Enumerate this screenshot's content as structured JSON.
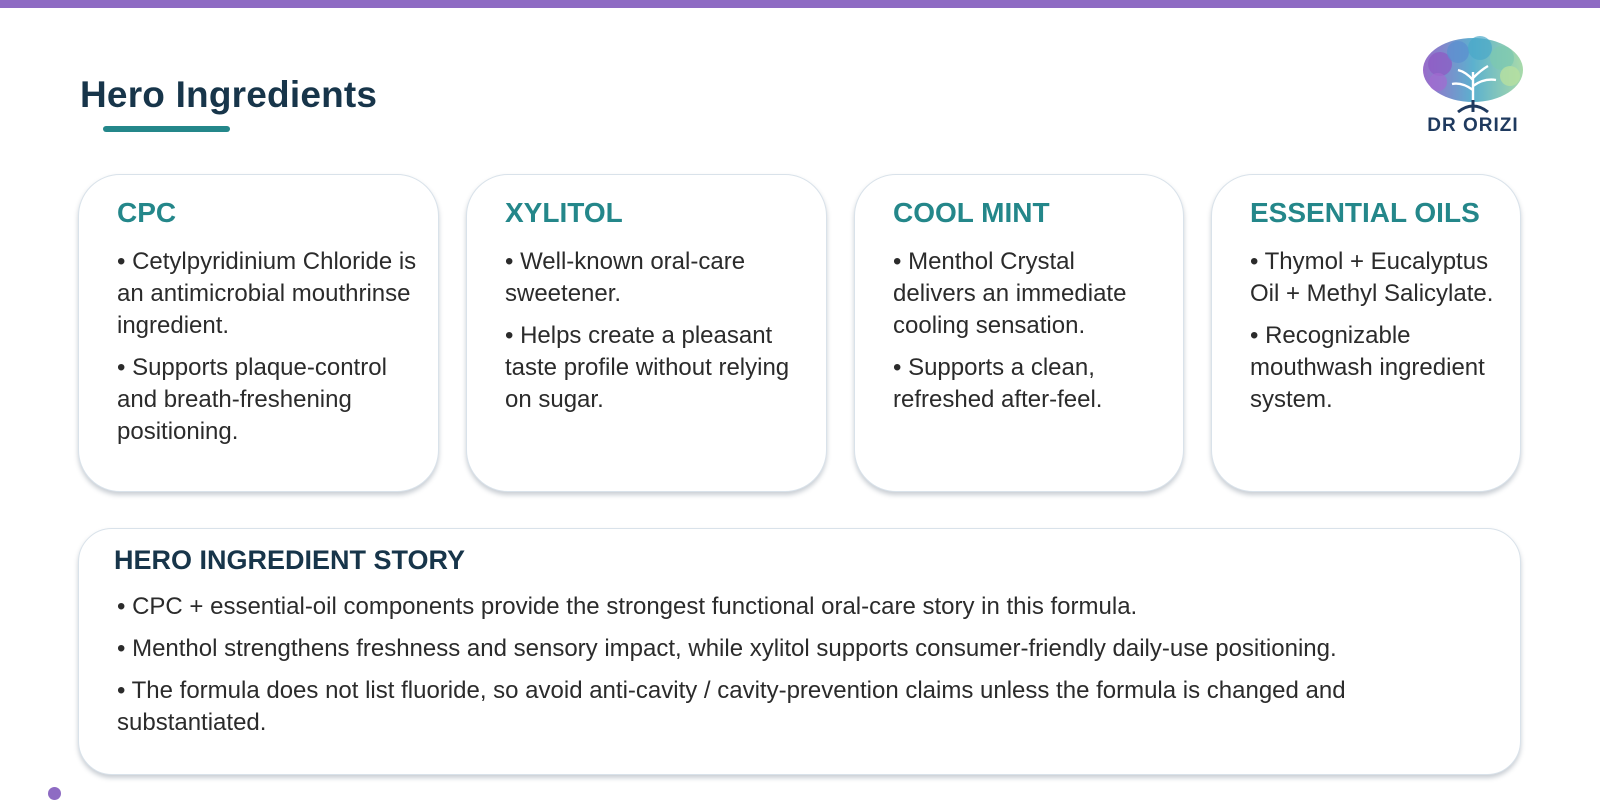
{
  "title": "Hero Ingredients",
  "logo": {
    "brand": "DR ORIZI"
  },
  "cards": [
    {
      "title": "CPC",
      "bullets": [
        "• Cetylpyridinium Chloride is an antimicrobial mouthrinse ingredient.",
        "• Supports plaque-control and breath-freshening positioning."
      ]
    },
    {
      "title": "XYLITOL",
      "bullets": [
        "• Well-known oral-care sweetener.",
        "• Helps create a pleasant taste profile without relying on sugar."
      ]
    },
    {
      "title": "COOL MINT",
      "bullets": [
        "• Menthol Crystal delivers an immediate cooling sensation.",
        "• Supports a clean, refreshed after-feel."
      ]
    },
    {
      "title": "ESSENTIAL OILS",
      "bullets": [
        "• Thymol + Eucalyptus Oil + Methyl Salicylate.",
        "• Recognizable mouthwash ingredient system."
      ]
    }
  ],
  "story": {
    "title": "HERO INGREDIENT STORY",
    "bullets": [
      "• CPC + essential-oil components provide the strongest functional oral-care story in this formula.",
      "• Menthol strengthens freshness and sensory impact, while xylitol supports consumer-friendly daily-use positioning.",
      "• The formula does not list fluoride, so avoid anti-cavity / cavity-prevention claims unless the formula is changed and substantiated."
    ]
  },
  "colors": {
    "accent_purple": "#8e6bc3",
    "teal": "#24878a",
    "navy": "#17354a",
    "body_text": "#2b2b2b"
  },
  "icons": {
    "logo": "tree-brain-logo-icon",
    "decoration": "dot-icon"
  }
}
